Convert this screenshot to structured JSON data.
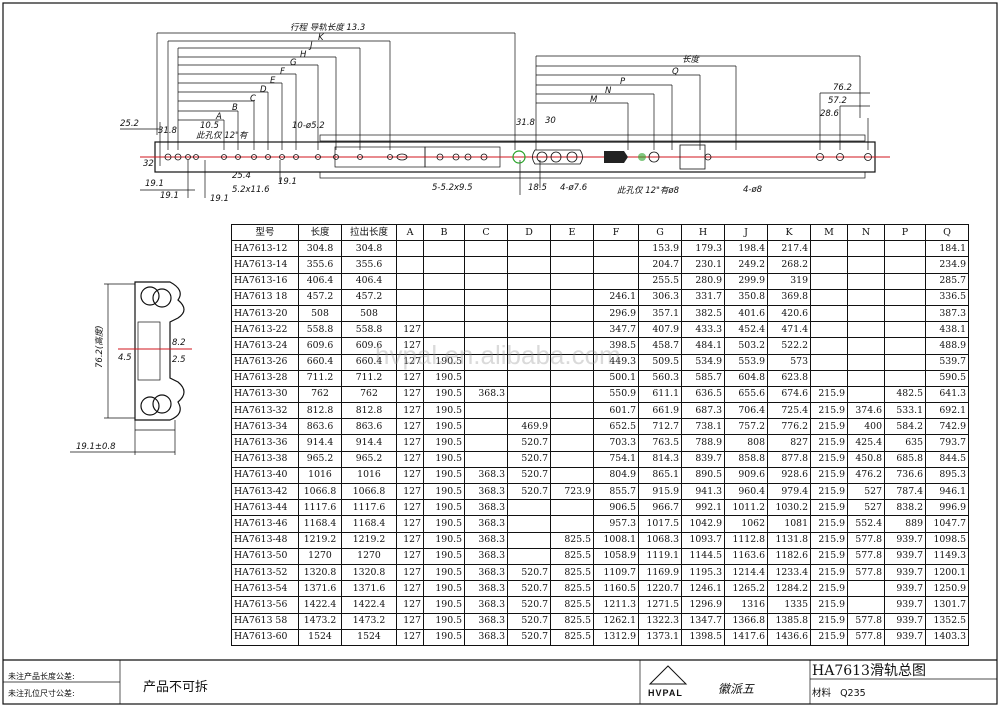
{
  "top_drawing": {
    "labels": {
      "stroke": "行程  导轨长度  13.3",
      "K": "K",
      "J": "J",
      "H": "H",
      "G": "G",
      "F": "F",
      "E": "E",
      "D": "D",
      "C": "C",
      "B": "B",
      "A": "A",
      "length": "长度",
      "Q": "Q",
      "P": "P",
      "N": "N",
      "M": "M",
      "d25_2": "25.2",
      "d31_8": "31.8",
      "d10_5": "10.5",
      "hole_note": "此孔仅 12\"有",
      "d32": "32",
      "d25_4": "25.4",
      "d19_1a": "19.1",
      "d19_1b": "19.1",
      "d5_2": "5.2x11.6",
      "d19_1c": "19.1",
      "d19_1d": "19.1",
      "d10_52": "10-ø5.2",
      "d5_52": "5-5.2x9.5",
      "d31_8b": "31.8",
      "d30": "30",
      "d18_5": "18.5",
      "d4_76": "4-ø7.6",
      "hole_note2": "此孔仅 12\"有ø8",
      "d4_8": "4-ø8",
      "d76_2": "76.2",
      "d57_2": "57.2",
      "d28_6": "28.6"
    }
  },
  "side_profile": {
    "height_label": "76.2(高度)",
    "d4_5": "4.5",
    "d8_2": "8.2",
    "d2_5": "2.5",
    "width_label": "19.1±0.8"
  },
  "table": {
    "headers": [
      "型号",
      "长度",
      "拉出长度",
      "A",
      "B",
      "C",
      "D",
      "E",
      "F",
      "G",
      "H",
      "J",
      "K",
      "M",
      "N",
      "P",
      "Q"
    ],
    "rows": [
      [
        "HA7613-12",
        "304.8",
        "304.8",
        "",
        "",
        "",
        "",
        "",
        "",
        "153.9",
        "179.3",
        "198.4",
        "217.4",
        "",
        "",
        "",
        "184.1"
      ],
      [
        "HA7613-14",
        "355.6",
        "355.6",
        "",
        "",
        "",
        "",
        "",
        "",
        "204.7",
        "230.1",
        "249.2",
        "268.2",
        "",
        "",
        "",
        "234.9"
      ],
      [
        "HA7613-16",
        "406.4",
        "406.4",
        "",
        "",
        "",
        "",
        "",
        "",
        "255.5",
        "280.9",
        "299.9",
        "319",
        "",
        "",
        "",
        "285.7"
      ],
      [
        "HA7613 18",
        "457.2",
        "457.2",
        "",
        "",
        "",
        "",
        "",
        "246.1",
        "306.3",
        "331.7",
        "350.8",
        "369.8",
        "",
        "",
        "",
        "336.5"
      ],
      [
        "HA7613-20",
        "508",
        "508",
        "",
        "",
        "",
        "",
        "",
        "296.9",
        "357.1",
        "382.5",
        "401.6",
        "420.6",
        "",
        "",
        "",
        "387.3"
      ],
      [
        "HA7613-22",
        "558.8",
        "558.8",
        "127",
        "",
        "",
        "",
        "",
        "347.7",
        "407.9",
        "433.3",
        "452.4",
        "471.4",
        "",
        "",
        "",
        "438.1"
      ],
      [
        "HA7613-24",
        "609.6",
        "609.6",
        "127",
        "",
        "",
        "",
        "",
        "398.5",
        "458.7",
        "484.1",
        "503.2",
        "522.2",
        "",
        "",
        "",
        "488.9"
      ],
      [
        "HA7613-26",
        "660.4",
        "660.4",
        "127",
        "190.5",
        "",
        "",
        "",
        "449.3",
        "509.5",
        "534.9",
        "553.9",
        "573",
        "",
        "",
        "",
        "539.7"
      ],
      [
        "HA7613-28",
        "711.2",
        "711.2",
        "127",
        "190.5",
        "",
        "",
        "",
        "500.1",
        "560.3",
        "585.7",
        "604.8",
        "623.8",
        "",
        "",
        "",
        "590.5"
      ],
      [
        "HA7613-30",
        "762",
        "762",
        "127",
        "190.5",
        "368.3",
        "",
        "",
        "550.9",
        "611.1",
        "636.5",
        "655.6",
        "674.6",
        "215.9",
        "",
        "482.5",
        "641.3"
      ],
      [
        "HA7613-32",
        "812.8",
        "812.8",
        "127",
        "190.5",
        "",
        "",
        "",
        "601.7",
        "661.9",
        "687.3",
        "706.4",
        "725.4",
        "215.9",
        "374.6",
        "533.1",
        "692.1"
      ],
      [
        "HA7613-34",
        "863.6",
        "863.6",
        "127",
        "190.5",
        "",
        "469.9",
        "",
        "652.5",
        "712.7",
        "738.1",
        "757.2",
        "776.2",
        "215.9",
        "400",
        "584.2",
        "742.9"
      ],
      [
        "HA7613-36",
        "914.4",
        "914.4",
        "127",
        "190.5",
        "",
        "520.7",
        "",
        "703.3",
        "763.5",
        "788.9",
        "808",
        "827",
        "215.9",
        "425.4",
        "635",
        "793.7"
      ],
      [
        "HA7613-38",
        "965.2",
        "965.2",
        "127",
        "190.5",
        "",
        "520.7",
        "",
        "754.1",
        "814.3",
        "839.7",
        "858.8",
        "877.8",
        "215.9",
        "450.8",
        "685.8",
        "844.5"
      ],
      [
        "HA7613-40",
        "1016",
        "1016",
        "127",
        "190.5",
        "368.3",
        "520.7",
        "",
        "804.9",
        "865.1",
        "890.5",
        "909.6",
        "928.6",
        "215.9",
        "476.2",
        "736.6",
        "895.3"
      ],
      [
        "HA7613-42",
        "1066.8",
        "1066.8",
        "127",
        "190.5",
        "368.3",
        "520.7",
        "723.9",
        "855.7",
        "915.9",
        "941.3",
        "960.4",
        "979.4",
        "215.9",
        "527",
        "787.4",
        "946.1"
      ],
      [
        "HA7613-44",
        "1117.6",
        "1117.6",
        "127",
        "190.5",
        "368.3",
        "",
        "",
        "906.5",
        "966.7",
        "992.1",
        "1011.2",
        "1030.2",
        "215.9",
        "527",
        "838.2",
        "996.9"
      ],
      [
        "HA7613-46",
        "1168.4",
        "1168.4",
        "127",
        "190.5",
        "368.3",
        "",
        "",
        "957.3",
        "1017.5",
        "1042.9",
        "1062",
        "1081",
        "215.9",
        "552.4",
        "889",
        "1047.7"
      ],
      [
        "HA7613-48",
        "1219.2",
        "1219.2",
        "127",
        "190.5",
        "368.3",
        "",
        "825.5",
        "1008.1",
        "1068.3",
        "1093.7",
        "1112.8",
        "1131.8",
        "215.9",
        "577.8",
        "939.7",
        "1098.5"
      ],
      [
        "HA7613-50",
        "1270",
        "1270",
        "127",
        "190.5",
        "368.3",
        "",
        "825.5",
        "1058.9",
        "1119.1",
        "1144.5",
        "1163.6",
        "1182.6",
        "215.9",
        "577.8",
        "939.7",
        "1149.3"
      ],
      [
        "HA7613-52",
        "1320.8",
        "1320.8",
        "127",
        "190.5",
        "368.3",
        "520.7",
        "825.5",
        "1109.7",
        "1169.9",
        "1195.3",
        "1214.4",
        "1233.4",
        "215.9",
        "577.8",
        "939.7",
        "1200.1"
      ],
      [
        "HA7613-54",
        "1371.6",
        "1371.6",
        "127",
        "190.5",
        "368.3",
        "520.7",
        "825.5",
        "1160.5",
        "1220.7",
        "1246.1",
        "1265.2",
        "1284.2",
        "215.9",
        "",
        "939.7",
        "1250.9"
      ],
      [
        "HA7613-56",
        "1422.4",
        "1422.4",
        "127",
        "190.5",
        "368.3",
        "520.7",
        "825.5",
        "1211.3",
        "1271.5",
        "1296.9",
        "1316",
        "1335",
        "215.9",
        "",
        "939.7",
        "1301.7"
      ],
      [
        "HA7613 58",
        "1473.2",
        "1473.2",
        "127",
        "190.5",
        "368.3",
        "520.7",
        "825.5",
        "1262.1",
        "1322.3",
        "1347.7",
        "1366.8",
        "1385.8",
        "215.9",
        "577.8",
        "939.7",
        "1352.5"
      ],
      [
        "HA7613-60",
        "1524",
        "1524",
        "127",
        "190.5",
        "368.3",
        "520.7",
        "825.5",
        "1312.9",
        "1373.1",
        "1398.5",
        "1417.6",
        "1436.6",
        "215.9",
        "577.8",
        "939.7",
        "1403.3"
      ]
    ]
  },
  "watermark": "hvpal.en.alibaba.com",
  "footer": {
    "tolerance_label_1": "未注产品长度公差:",
    "tolerance_label_2": "未注孔位尺寸公差:",
    "note": "产品不可拆",
    "logo_text": "HVPAL",
    "logo_cn": "徽派五",
    "drawing_title": "HA7613滑轨总图",
    "material_label": "材料",
    "material_value": "Q235"
  },
  "colors": {
    "centerline": "#d2141e",
    "hole_green": "#29a329",
    "ink": "#111111"
  }
}
